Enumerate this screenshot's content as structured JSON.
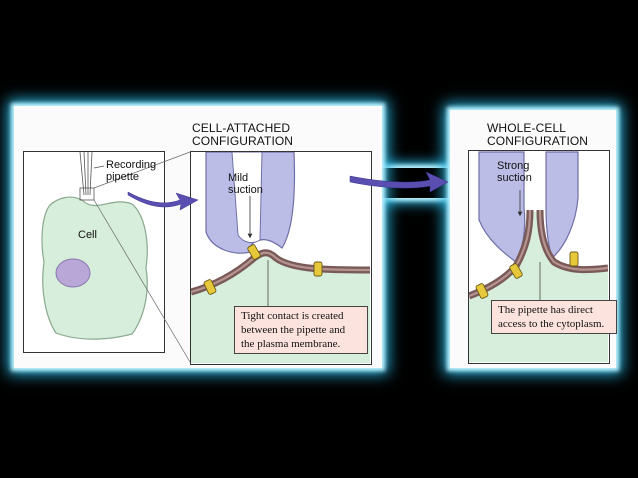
{
  "cell_attached": {
    "title_line1": "CELL-ATTACHED",
    "title_line2": "CONFIGURATION",
    "suction_line1": "Mild",
    "suction_line2": "suction",
    "callout_line1": "Tight contact is created",
    "callout_line2": "between the pipette and",
    "callout_line3": "the plasma membrane."
  },
  "whole_cell": {
    "title_line1": "WHOLE-CELL",
    "title_line2": "CONFIGURATION",
    "suction_line1": "Strong",
    "suction_line2": "suction",
    "callout_line1": "The pipette has direct",
    "callout_line2": "access to the cytoplasm."
  },
  "cell_view": {
    "pipette_line1": "Recording",
    "pipette_line2": "pipette",
    "cell_label": "Cell"
  },
  "colors": {
    "pipette": "#bcbde6",
    "cytoplasm": "#d6eedb",
    "membrane": "#7a5a58",
    "channel": "#e6c83a",
    "arrow": "#5a4fb0",
    "callout": "#fde3de",
    "glow": "#2bb6e2"
  }
}
